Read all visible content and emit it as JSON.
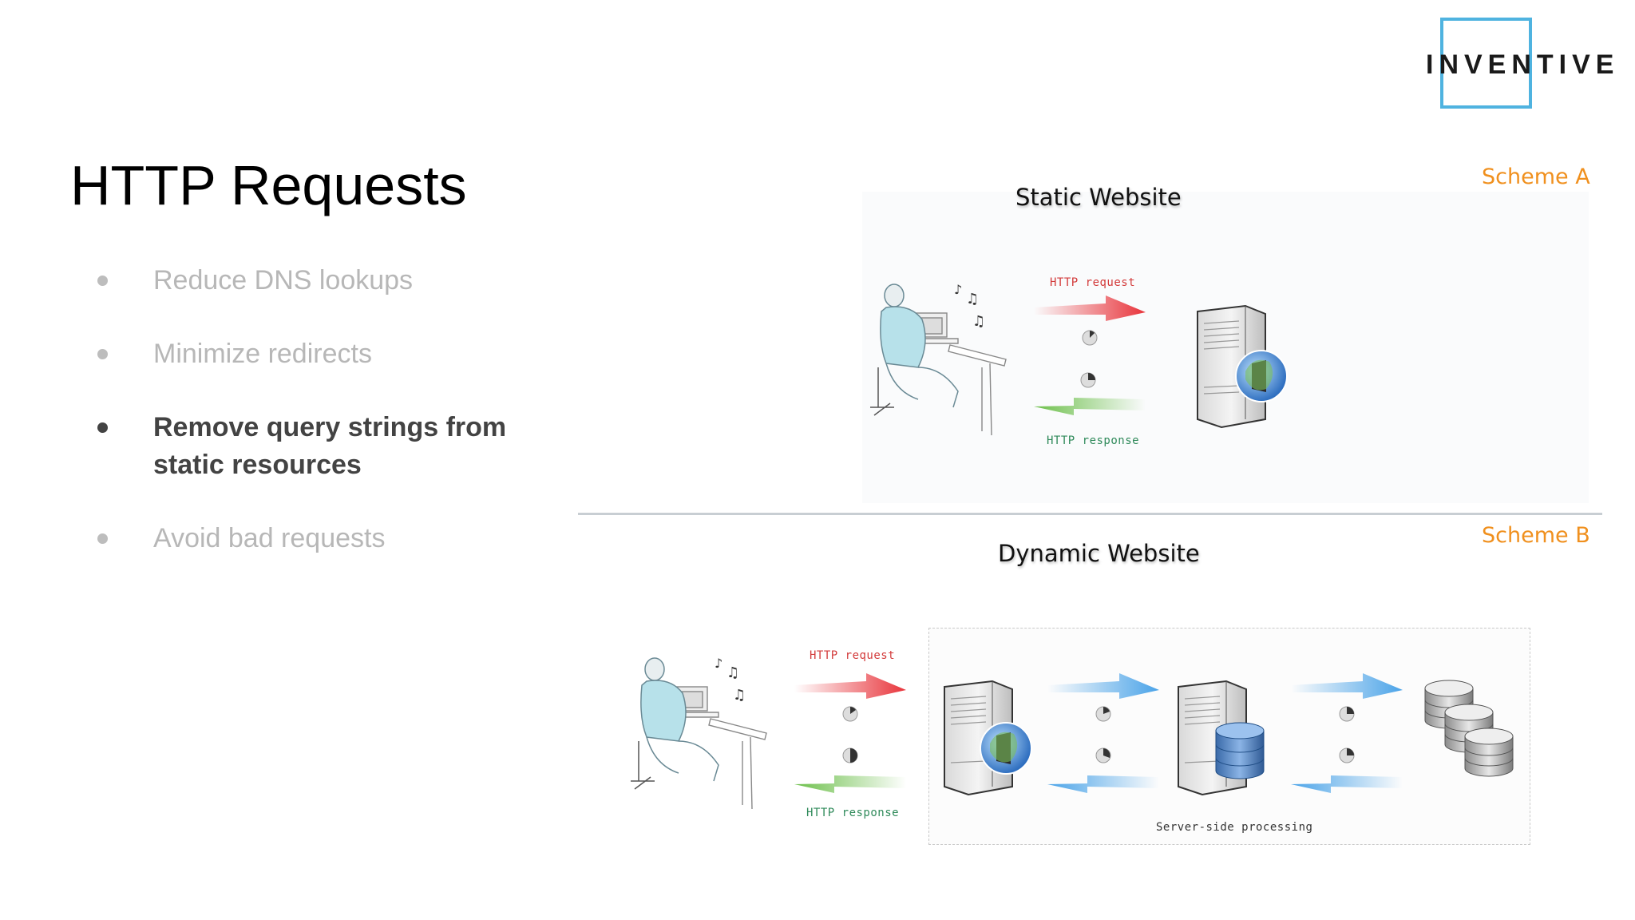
{
  "brand": {
    "logo_text": "INVENTIVE",
    "accent_color": "#4fb3e0"
  },
  "slide": {
    "title": "HTTP Requests",
    "bullets": [
      {
        "text": "Reduce DNS lookups",
        "active": false
      },
      {
        "text": "Minimize redirects",
        "active": false
      },
      {
        "text": "Remove query strings from static resources",
        "active": true
      },
      {
        "text": "Avoid bad requests",
        "active": false
      }
    ]
  },
  "diagram": {
    "scheme_a": {
      "label": "Scheme A",
      "title": "Static Website",
      "request_label": "HTTP request",
      "response_label": "HTTP response"
    },
    "scheme_b": {
      "label": "Scheme B",
      "title": "Dynamic Website",
      "request_label": "HTTP request",
      "response_label": "HTTP response",
      "processing_label": "Server-side processing"
    },
    "colors": {
      "scheme_label": "#f0901e",
      "request": "#e8343b",
      "response": "#6cbf4a",
      "internal": "#4aa3e8"
    }
  }
}
